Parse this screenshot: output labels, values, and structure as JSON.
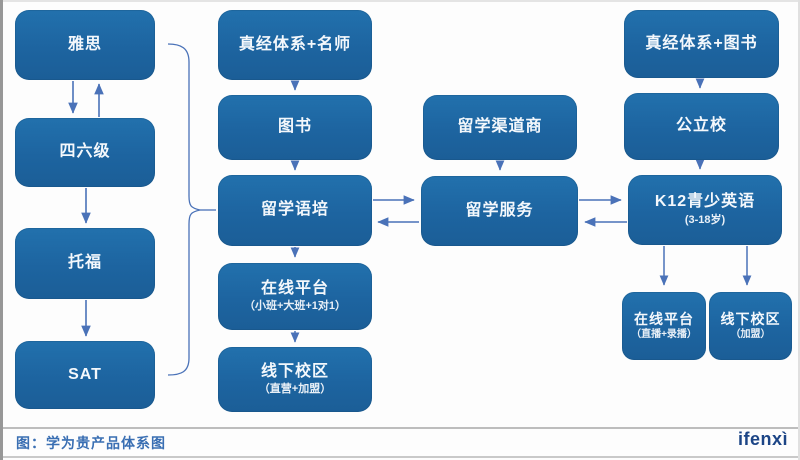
{
  "figure": {
    "caption": "图：学为贵产品体系图",
    "logo": "ifenxì"
  },
  "colors": {
    "node_fill": "#1e68a4",
    "node_text": "#f4f8fc",
    "connector": "#4a72b8",
    "caption_text": "#3a6fb3",
    "logo_text": "#1c4586"
  },
  "nodes": {
    "ielts": {
      "label": "雅思"
    },
    "cet46": {
      "label": "四六级"
    },
    "toefl": {
      "label": "托福"
    },
    "sat": {
      "label": "SAT"
    },
    "canon_system_teachers": {
      "label": "真经体系+名师"
    },
    "books": {
      "label": "图书"
    },
    "study_abroad_language": {
      "label": "留学语培"
    },
    "online_platform": {
      "label": "在线平台",
      "sublabel": "（小班+大班+1对1）"
    },
    "offline_campus": {
      "label": "线下校区",
      "sublabel": "（直营+加盟）"
    },
    "abroad_channel": {
      "label": "留学渠道商"
    },
    "abroad_service": {
      "label": "留学服务"
    },
    "canon_system_books": {
      "label": "真经体系+图书"
    },
    "public_school": {
      "label": "公立校"
    },
    "k12_english": {
      "label": "K12青少英语",
      "sublabel": "(3-18岁)"
    },
    "k12_online": {
      "label": "在线平台",
      "sublabel": "（直播+录播）"
    },
    "k12_offline": {
      "label": "线下校区",
      "sublabel": "（加盟）"
    }
  }
}
